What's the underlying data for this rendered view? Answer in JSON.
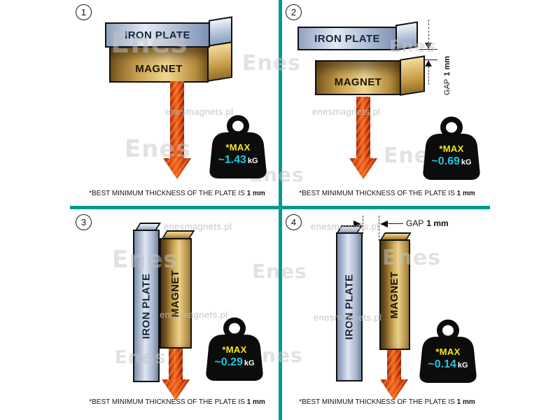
{
  "labels": {
    "iron_plate": "IRON PLATE",
    "magnet": "MAGNET",
    "gap": "GAP",
    "gap_value": "1 mm"
  },
  "caption": {
    "text": "*BEST MINIMUM THICKNESS OF THE PLATE IS",
    "bold": "1 mm"
  },
  "watermark": {
    "logo": "Enes",
    "url": "enesmagnets.pl"
  },
  "panels": [
    {
      "number": "1",
      "max_label": "*MAX",
      "value": "~1.43",
      "unit": "kG"
    },
    {
      "number": "2",
      "max_label": "*MAX",
      "value": "~0.69",
      "unit": "kG"
    },
    {
      "number": "3",
      "max_label": "*MAX",
      "value": "~0.29",
      "unit": "kG"
    },
    {
      "number": "4",
      "max_label": "*MAX",
      "value": "~0.14",
      "unit": "kG"
    }
  ],
  "colors": {
    "divider": "#009a90",
    "arrow_red": "#e04a12",
    "max_yellow": "#f5ea14",
    "value_cyan": "#1ec9de",
    "unit_white": "#ffffff"
  }
}
